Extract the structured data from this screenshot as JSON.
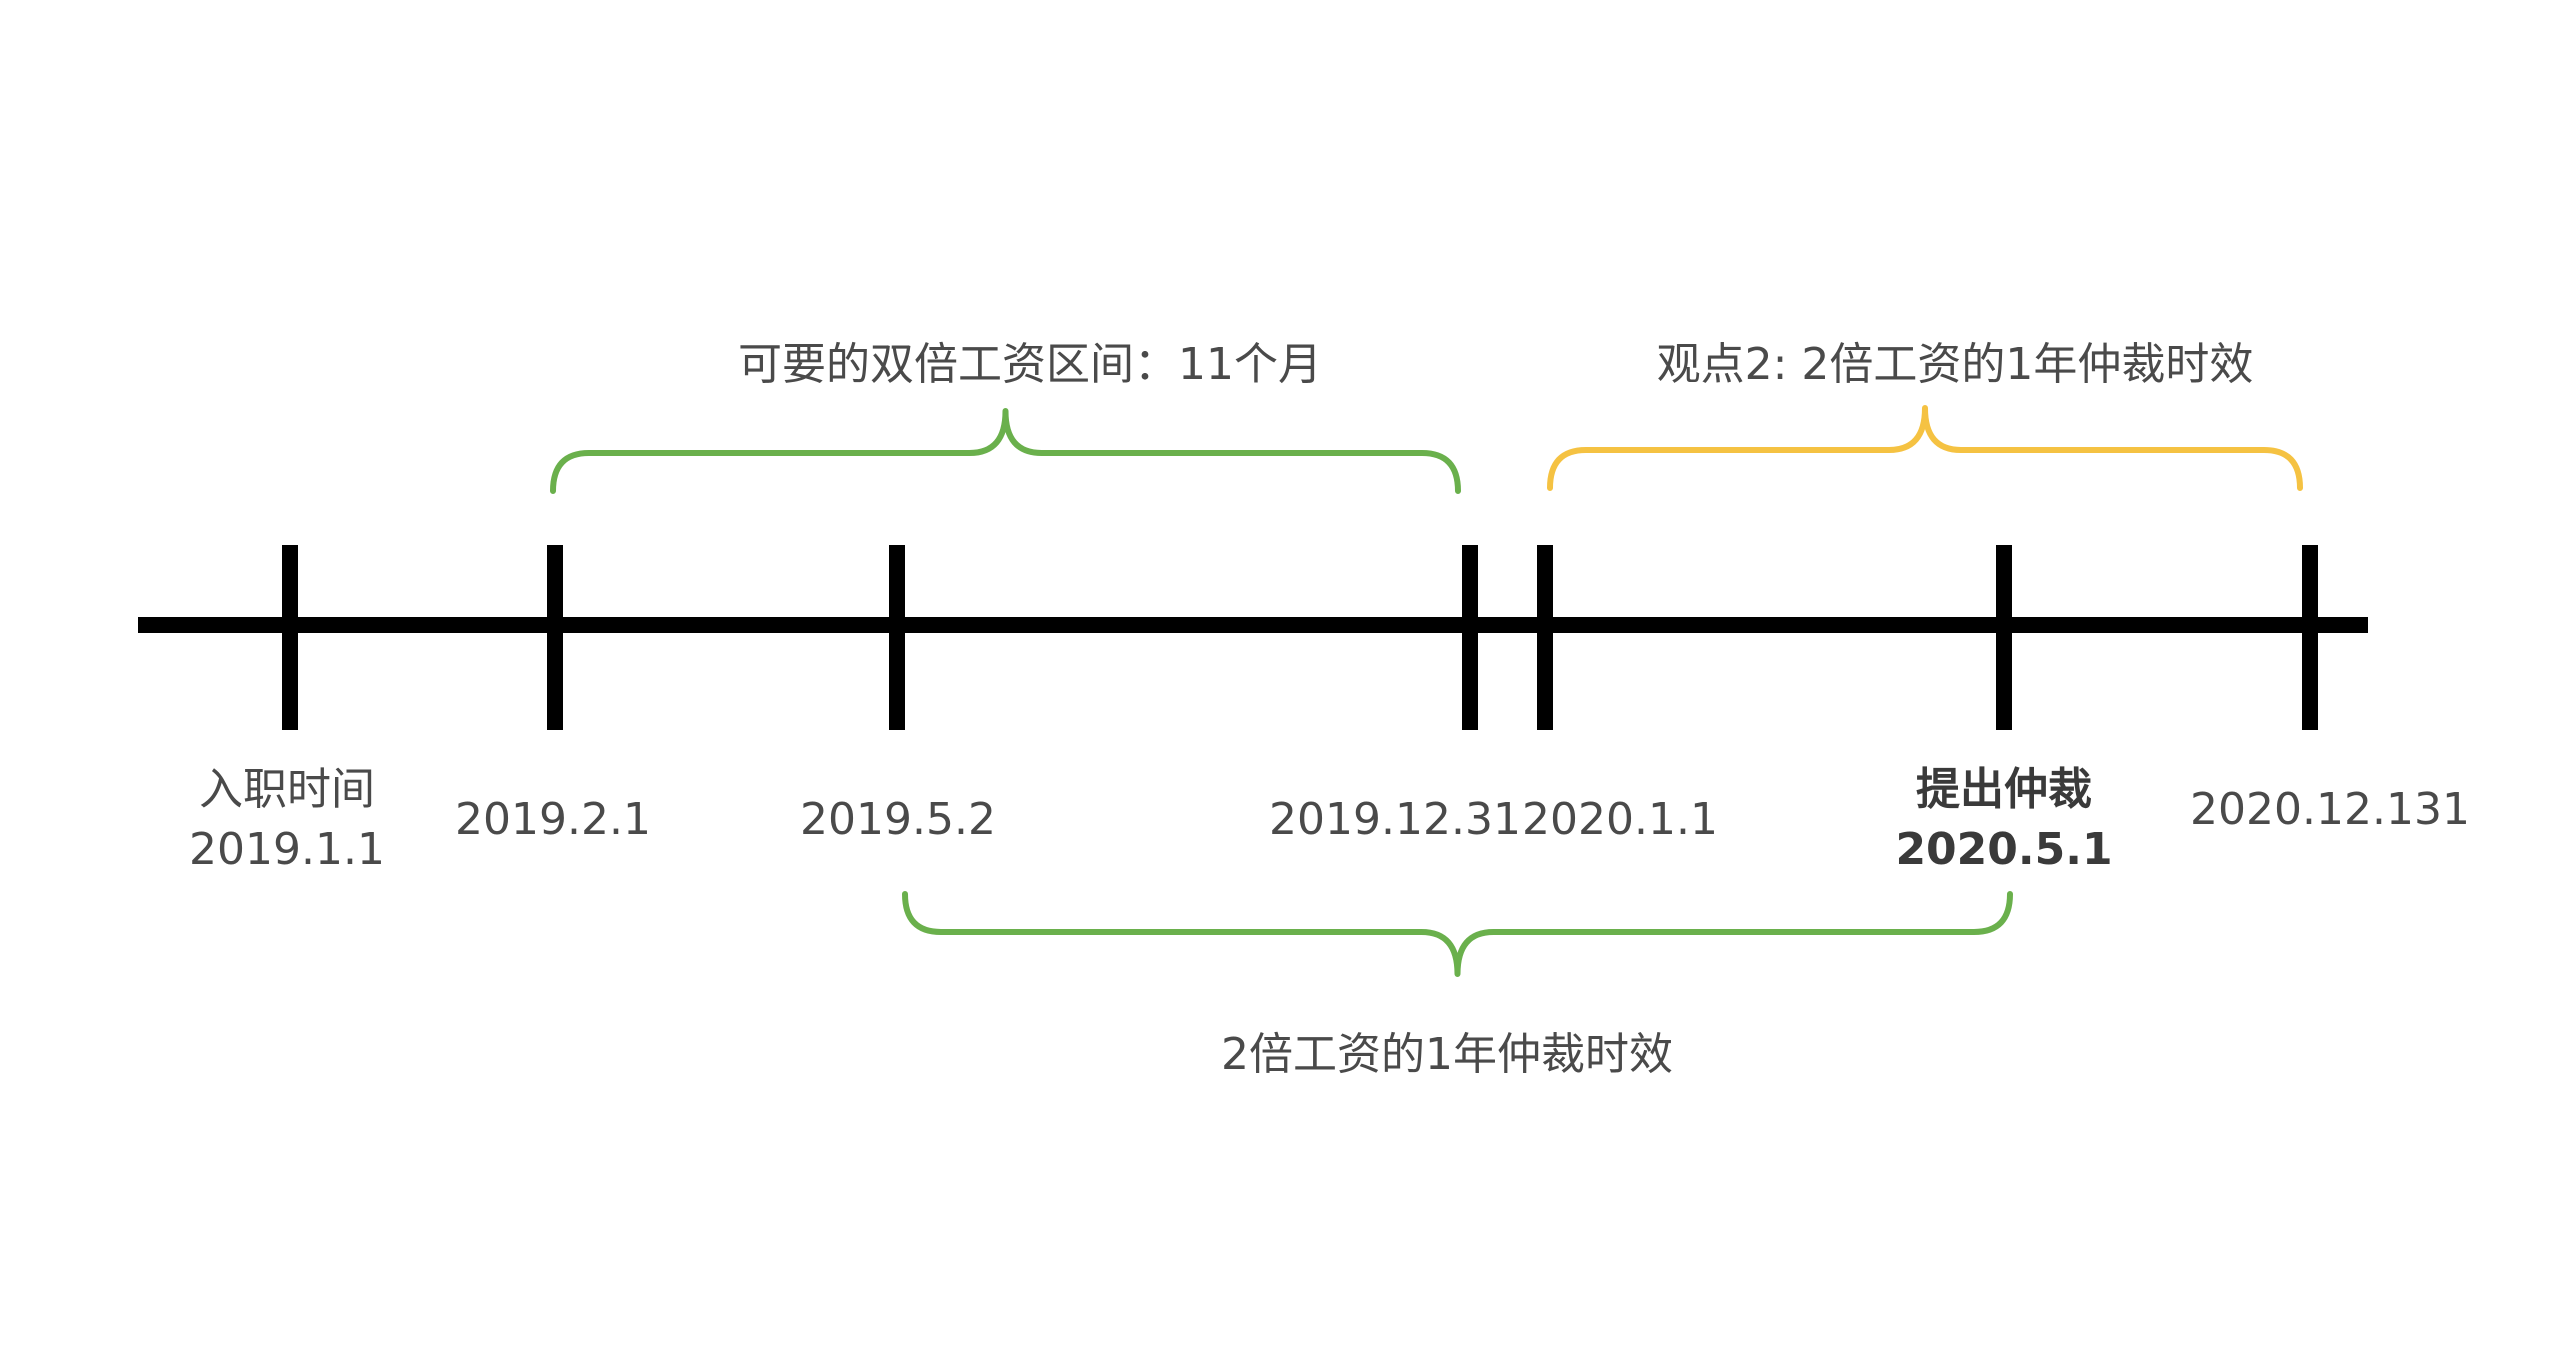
{
  "diagram": {
    "brackets": [
      {
        "label": "可要的双倍工资区间：11个月",
        "color": "#6ab04c",
        "side": "top"
      },
      {
        "label": "观点2: 2倍工资的1年仲裁时效",
        "color": "#f5c242",
        "side": "top"
      },
      {
        "label": "2倍工资的1年仲裁时效",
        "color": "#6ab04c",
        "side": "bottom"
      }
    ],
    "ticks": [
      {
        "title": "入职时间",
        "date": "2019.1.1",
        "bold": false
      },
      {
        "title": "",
        "date": "2019.2.1",
        "bold": false
      },
      {
        "title": "",
        "date": "2019.5.2",
        "bold": false
      },
      {
        "title": "",
        "date": "2019.12.31",
        "bold": false
      },
      {
        "title": "",
        "date": "2020.1.1",
        "bold": false
      },
      {
        "title": "提出仲裁",
        "date": "2020.5.1",
        "bold": true
      },
      {
        "title": "",
        "date": "2020.12.131",
        "bold": false
      }
    ],
    "line_color": "#000000"
  }
}
